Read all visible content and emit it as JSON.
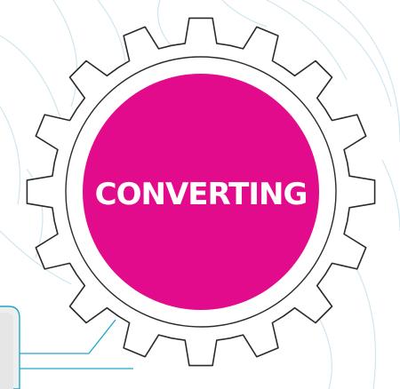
{
  "status": {
    "label": "CONVERTING"
  },
  "icons": {
    "gear": "gear-icon",
    "circuit_lines": "circuit-lines-decoration",
    "side_panel": "side-panel-fragment"
  },
  "colors": {
    "background": "#ffffff",
    "gear_fill": "#ffffff",
    "gear_stroke": "#2a2a2a",
    "badge_fill": "#e10b8c",
    "label_text": "#ffffff",
    "circuit_light": "#cfe6ef",
    "circuit_accent": "#1ea7c6",
    "panel_border": "#1ea7c6",
    "panel_fill": "#eeeeee"
  }
}
